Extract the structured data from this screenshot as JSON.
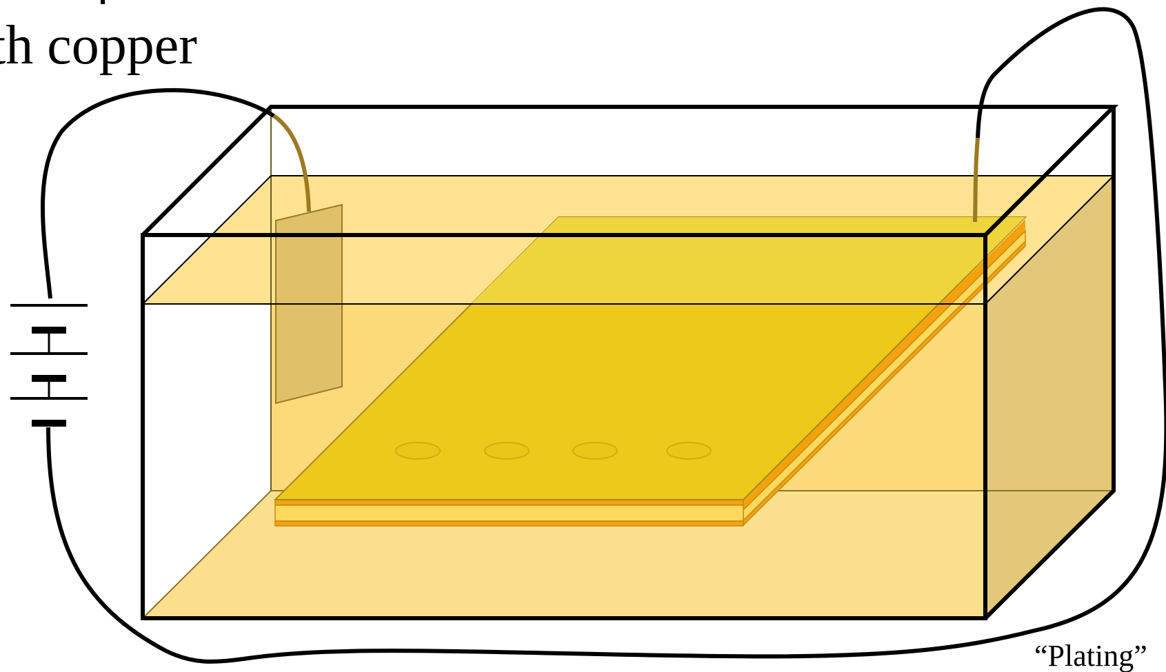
{
  "labels": {
    "top_label": "th copper",
    "plating_label": "“Plating”"
  },
  "colors": {
    "outline": "#000000",
    "solution": "#fcd97a",
    "solution_side": "#e3c87a",
    "board_top": "#ecc91a",
    "board_top_back": "#eed43d",
    "board_core": "#fbd95c",
    "copper_layer": "#f3a20e",
    "anode_plate": "#e0c068",
    "lead_wire": "#9c7a22"
  },
  "battery": {
    "cells": 3
  },
  "board": {
    "holes": 4
  }
}
